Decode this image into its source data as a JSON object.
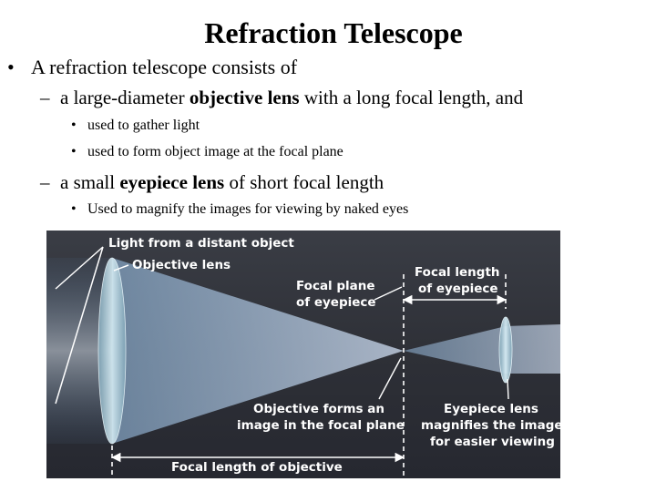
{
  "slide": {
    "title": "Refraction Telescope",
    "bullet": "A refraction telescope consists of",
    "sub1": {
      "prefix": "a large-diameter ",
      "bold": "objective lens",
      "suffix": " with a long focal length, and",
      "points": [
        "used to gather light",
        "used to form object image at the focal plane"
      ]
    },
    "sub2": {
      "prefix": "a small ",
      "bold": "eyepiece lens",
      "suffix": " of short focal length",
      "points": [
        "Used to magnify the images for viewing by naked eyes"
      ]
    },
    "bullet_marks": {
      "level1": "•",
      "level2": "–",
      "level3": "•"
    }
  },
  "diagram": {
    "labels": {
      "light_source": "Light from a distant object",
      "objective_lens": "Objective lens",
      "focal_plane_1": "Focal plane",
      "focal_plane_2": "of eyepiece",
      "eyepiece_focal_length_1": "Focal length",
      "eyepiece_focal_length_2": "of eyepiece",
      "objective_forms_1": "Objective forms an",
      "objective_forms_2": "image in the focal plane",
      "eyepiece_lens_1": "Eyepiece lens",
      "eyepiece_lens_2": "magnifies the image",
      "eyepiece_lens_3": "for easier viewing",
      "objective_focal_length": "Focal length of objective"
    },
    "colors": {
      "background": "#2b2d34",
      "beam": "#8fb3d6",
      "beam_core": "#e6f2ff",
      "lens": "#b9d5e0",
      "label": "#ffffff"
    }
  }
}
